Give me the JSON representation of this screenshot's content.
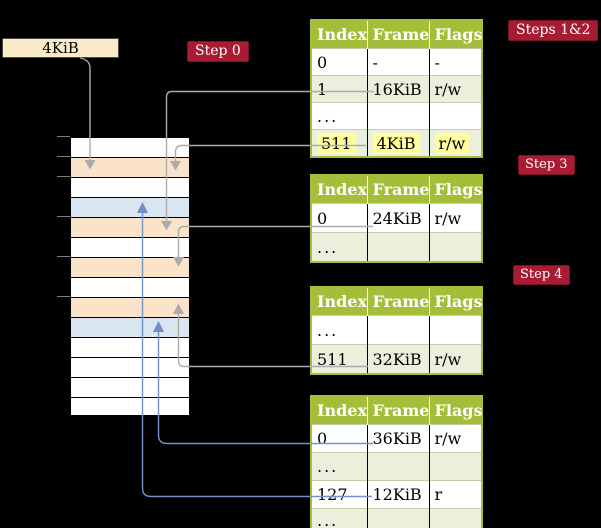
{
  "frame_label_box": {
    "label": "4KiB"
  },
  "badges": {
    "step0": "Step 0",
    "steps12": "Steps 1&2",
    "step3": "Step 3",
    "step4": "Step 4"
  },
  "memory_column": {
    "rows": [
      "white",
      "peach",
      "white",
      "blue",
      "peach",
      "white",
      "peach",
      "white",
      "peach",
      "blue",
      "white",
      "white",
      "white",
      "white"
    ],
    "tick_ys": [
      136,
      156,
      176,
      216,
      256,
      296
    ]
  },
  "tables": [
    {
      "name": "page-table-steps-1-2",
      "headers": [
        "Index",
        "Frame",
        "Flags"
      ],
      "rows": [
        {
          "cells": [
            "0",
            "-",
            "-"
          ],
          "shaded": false,
          "highlight": false
        },
        {
          "cells": [
            "1",
            "16KiB",
            "r/w"
          ],
          "shaded": true,
          "highlight": false
        },
        {
          "cells": [
            "...",
            "",
            ""
          ],
          "shaded": false,
          "highlight": false
        },
        {
          "cells": [
            "511",
            "4KiB",
            "r/w"
          ],
          "shaded": true,
          "highlight": true
        }
      ]
    },
    {
      "name": "page-table-step-3",
      "headers": [
        "Index",
        "Frame",
        "Flags"
      ],
      "rows": [
        {
          "cells": [
            "0",
            "24KiB",
            "r/w"
          ],
          "shaded": false,
          "highlight": false
        },
        {
          "cells": [
            "...",
            "",
            ""
          ],
          "shaded": true,
          "highlight": false
        }
      ]
    },
    {
      "name": "page-table-step-4",
      "headers": [
        "Index",
        "Frame",
        "Flags"
      ],
      "rows": [
        {
          "cells": [
            "...",
            "",
            ""
          ],
          "shaded": false,
          "highlight": false
        },
        {
          "cells": [
            "511",
            "32KiB",
            "r/w"
          ],
          "shaded": true,
          "highlight": false
        }
      ]
    },
    {
      "name": "page-table-final",
      "headers": [
        "Index",
        "Frame",
        "Flags"
      ],
      "rows": [
        {
          "cells": [
            "0",
            "36KiB",
            "r/w"
          ],
          "shaded": false,
          "highlight": false
        },
        {
          "cells": [
            "...",
            "",
            ""
          ],
          "shaded": true,
          "highlight": false
        },
        {
          "cells": [
            "127",
            "12KiB",
            "r"
          ],
          "shaded": false,
          "highlight": false
        },
        {
          "cells": [
            "...",
            "",
            ""
          ],
          "shaded": true,
          "highlight": false
        }
      ]
    }
  ],
  "colors": {
    "accent_green": "#A5BE3A",
    "row_shaded": "#EAF0DB",
    "badge_red": "#A81C33",
    "frame_peach": "#FBE3C9",
    "frame_blue": "#D9E5F1",
    "frame_box_cream": "#FAEBC8",
    "highlight_yellow": "#FFFD9E",
    "arrow_gray": "#ABABAB",
    "arrow_blue": "#7394C7",
    "frame_white": "#FFFFFF"
  }
}
